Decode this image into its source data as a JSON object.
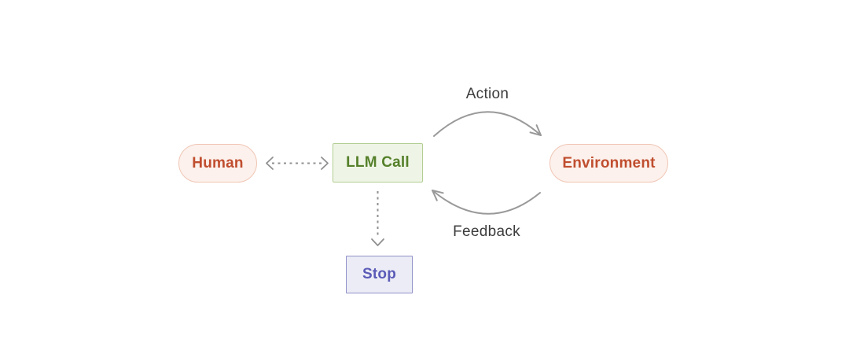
{
  "diagram": {
    "type": "flow-diagram",
    "description": "Agent loop: LLM Call interacts with Environment via Action and Feedback; Human exchanges with LLM Call; LLM Call can terminate at Stop",
    "background_color": "#FFFFFF",
    "nodes": {
      "human": {
        "label": "Human",
        "shape": "pill",
        "text_color": "#C04E2F",
        "bg_color": "#FCF1EC",
        "border_color": "#F1C6B5"
      },
      "llm_call": {
        "label": "LLM Call",
        "shape": "rect",
        "text_color": "#55802A",
        "bg_color": "#EFF5E6",
        "border_color": "#B2CE92"
      },
      "environment": {
        "label": "Environment",
        "shape": "pill",
        "text_color": "#C04E2F",
        "bg_color": "#FCF1EC",
        "border_color": "#F1C6B5"
      },
      "stop": {
        "label": "Stop",
        "shape": "rect",
        "text_color": "#5B5BB8",
        "bg_color": "#ECECF6",
        "border_color": "#9191C9"
      }
    },
    "edges": {
      "action": {
        "label": "Action",
        "from": "llm_call",
        "to": "environment",
        "style": "solid-curved",
        "color": "#999999"
      },
      "feedback": {
        "label": "Feedback",
        "from": "environment",
        "to": "llm_call",
        "style": "solid-curved",
        "color": "#999999"
      },
      "human_llm": {
        "label": "",
        "from": "human",
        "to": "llm_call",
        "style": "dashed",
        "bidirectional": true,
        "color": "#909090"
      },
      "llm_stop": {
        "label": "",
        "from": "llm_call",
        "to": "stop",
        "style": "dashed",
        "bidirectional": false,
        "color": "#909090"
      }
    },
    "label_text_color": "#3C3C3C"
  }
}
